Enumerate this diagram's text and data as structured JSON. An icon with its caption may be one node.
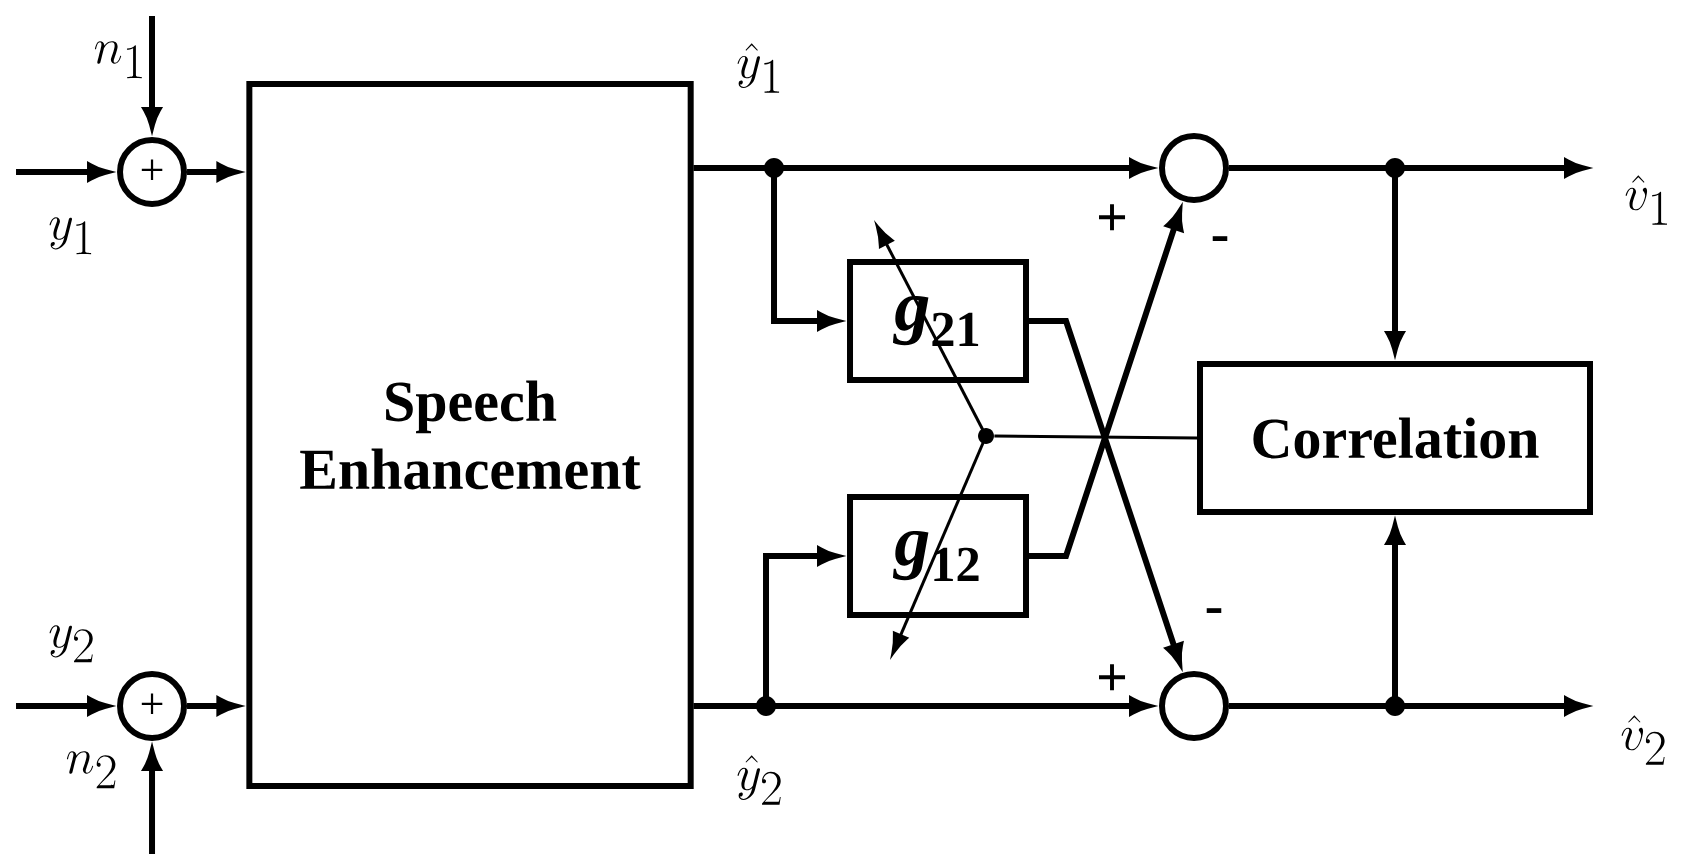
{
  "diagram": {
    "nodes": [
      {
        "text": [
          "+"
        ]
      },
      {
        "text": [
          "+"
        ]
      },
      {
        "text": [
          "Speech Enhancement"
        ]
      },
      {
        "text": [
          "*g*$_{21}$"
        ]
      },
      {
        "text": [
          "*g*$_{12}$"
        ]
      },
      {
        "text": [],
        "shape": "circle"
      },
      {
        "text": [],
        "shape": "circle"
      },
      {
        "text": [
          "Correlation"
        ]
      },
      {
        "text": [],
        "shape": "dot"
      }
    ],
    "edges": [
      {
        "from": null,
        "to": 0,
        "arrow": "to"
      },
      {
        "from": null,
        "to": 0,
        "arrow": "to"
      },
      {
        "from": 0,
        "to": 2,
        "arrow": "to"
      },
      {
        "from": null,
        "to": 1,
        "arrow": "to"
      },
      {
        "from": null,
        "to": 1,
        "arrow": "to"
      },
      {
        "from": 1,
        "to": 2,
        "arrow": "to"
      },
      {
        "from": 2,
        "to": 5,
        "arrow": "to"
      },
      {
        "from": 2,
        "to": 6,
        "arrow": "to"
      },
      {
        "from": 2,
        "to": 3,
        "arrow": "to"
      },
      {
        "from": 2,
        "to": 4,
        "arrow": "to"
      },
      {
        "from": 3,
        "to": 6,
        "arrow": "to"
      },
      {
        "from": 4,
        "to": 5,
        "arrow": "to"
      },
      {
        "from": 5,
        "to": null,
        "arrow": "to"
      },
      {
        "from": 6,
        "to": null,
        "arrow": "to"
      },
      {
        "from": 5,
        "to": 7,
        "arrow": "to"
      },
      {
        "from": 6,
        "to": 7,
        "arrow": "to"
      },
      {
        "from": 7,
        "to": 8,
        "arrow": "none"
      }
    ],
    "labels": [
      "n_1",
      "y_1",
      "\\hat{y}_1",
      "+",
      "-",
      "+",
      "-",
      "y_2",
      "n_2",
      "\\hat{y}_2",
      "\\hat{v}_1",
      "\\hat{v}_2"
    ]
  }
}
